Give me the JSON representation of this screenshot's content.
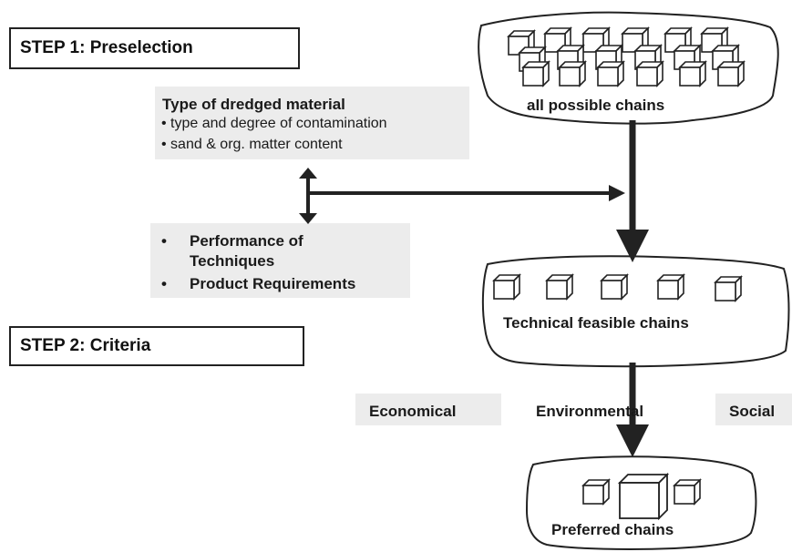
{
  "steps": {
    "step1": "STEP 1:  Preselection",
    "step2": "STEP 2: Criteria"
  },
  "material": {
    "title": "Type of dredged material",
    "bullets": [
      "• type and degree of contamination",
      "• sand & org. matter content"
    ]
  },
  "performance": {
    "bullet": "•",
    "line1": "Performance of",
    "line2": "Techniques",
    "line3": "Product Requirements"
  },
  "clouds": {
    "all": "all possible chains",
    "technical": "Technical feasible chains",
    "preferred": "Preferred chains"
  },
  "criteria": {
    "economical": "Economical",
    "environmental": "Environmental",
    "social": "Social"
  }
}
